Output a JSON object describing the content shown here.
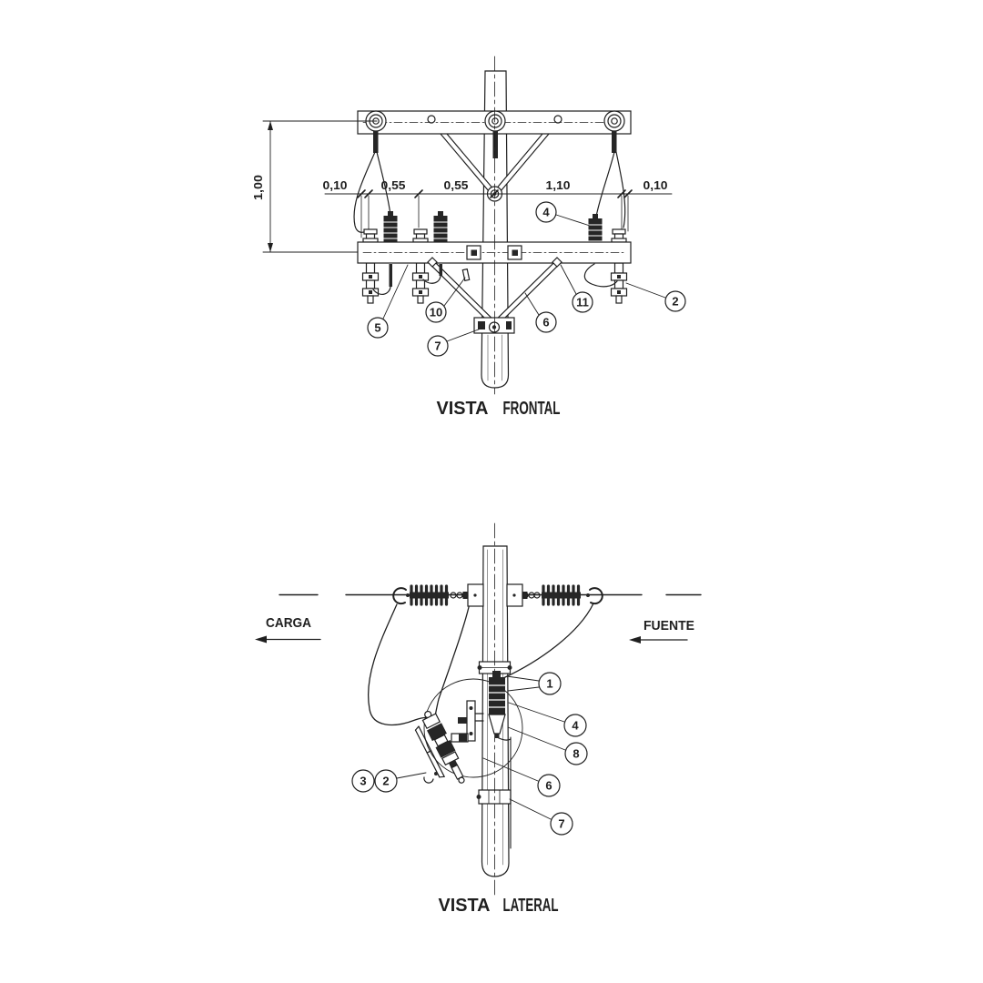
{
  "style": {
    "ink": "#1f1f1f",
    "dark_fill": "#262626",
    "background": "#ffffff"
  },
  "front_view": {
    "title": [
      "VISTA",
      "FRONTAL"
    ],
    "dimensions": {
      "vertical": "1,00",
      "horizontal": [
        "0,10",
        "0,55",
        "0,55",
        "1,10",
        "0,10"
      ]
    },
    "callouts": [
      {
        "number": "4"
      },
      {
        "number": "2"
      },
      {
        "number": "5"
      },
      {
        "number": "10"
      },
      {
        "number": "7"
      },
      {
        "number": "6"
      },
      {
        "number": "11"
      }
    ]
  },
  "side_view": {
    "title": [
      "VISTA",
      "LATERAL"
    ],
    "flow_labels": {
      "left": "CARGA",
      "right": "FUENTE"
    },
    "callouts": [
      {
        "number": "1"
      },
      {
        "number": "4"
      },
      {
        "number": "8"
      },
      {
        "number": "6"
      },
      {
        "number": "7"
      },
      {
        "number": "3"
      },
      {
        "number": "2"
      }
    ]
  }
}
